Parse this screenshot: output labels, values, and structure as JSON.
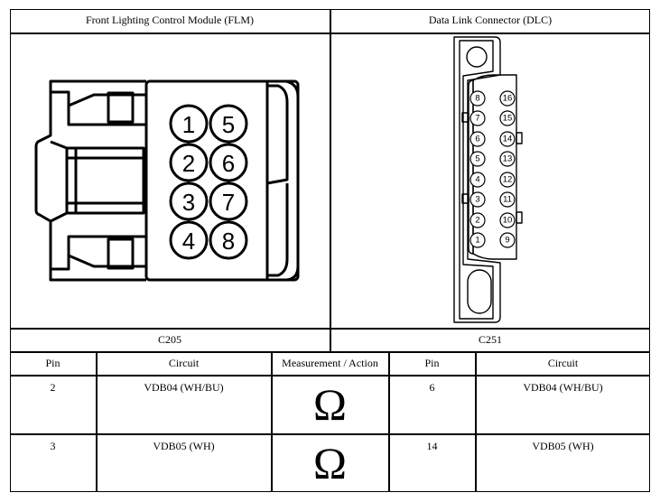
{
  "connectors": {
    "left": {
      "title": "Front Lighting Control Module (FLM)",
      "label": "C205",
      "pins": [
        "1",
        "2",
        "3",
        "4",
        "5",
        "6",
        "7",
        "8"
      ]
    },
    "right": {
      "title": "Data Link Connector (DLC)",
      "label": "C251",
      "pins_left": [
        "8",
        "7",
        "6",
        "5",
        "4",
        "3",
        "2",
        "1"
      ],
      "pins_right": [
        "16",
        "15",
        "14",
        "13",
        "12",
        "11",
        "10",
        "9"
      ]
    }
  },
  "table": {
    "headers": [
      "Pin",
      "Circuit",
      "Measurement / Action",
      "Pin",
      "Circuit"
    ],
    "rows": [
      {
        "pin_a": "2",
        "circuit_a": "VDB04 (WH/BU)",
        "action": "Ω",
        "pin_b": "6",
        "circuit_b": "VDB04 (WH/BU)"
      },
      {
        "pin_a": "3",
        "circuit_a": "VDB05 (WH)",
        "action": "Ω",
        "pin_b": "14",
        "circuit_b": "VDB05 (WH)"
      }
    ]
  }
}
